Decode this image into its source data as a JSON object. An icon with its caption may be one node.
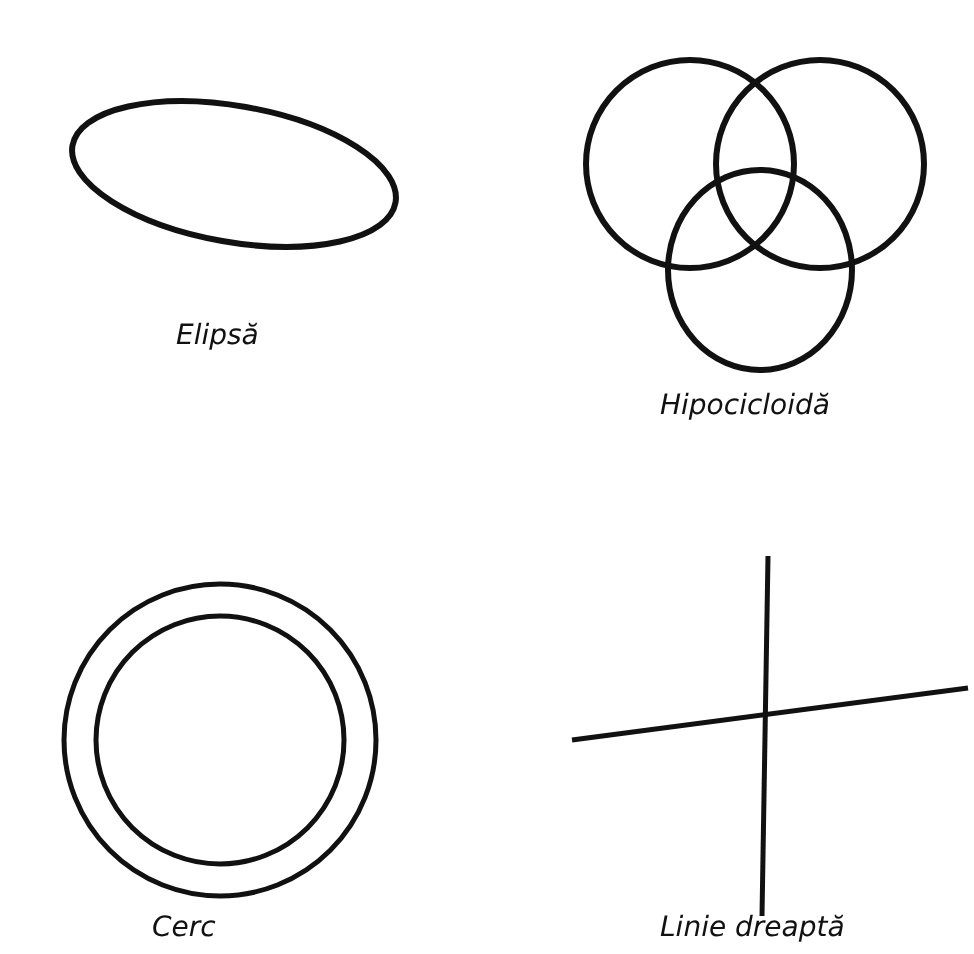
{
  "diagram": {
    "labels": [
      "Elipsă",
      "Hipocicloidă",
      "Cerc",
      "Linie dreaptă"
    ]
  }
}
